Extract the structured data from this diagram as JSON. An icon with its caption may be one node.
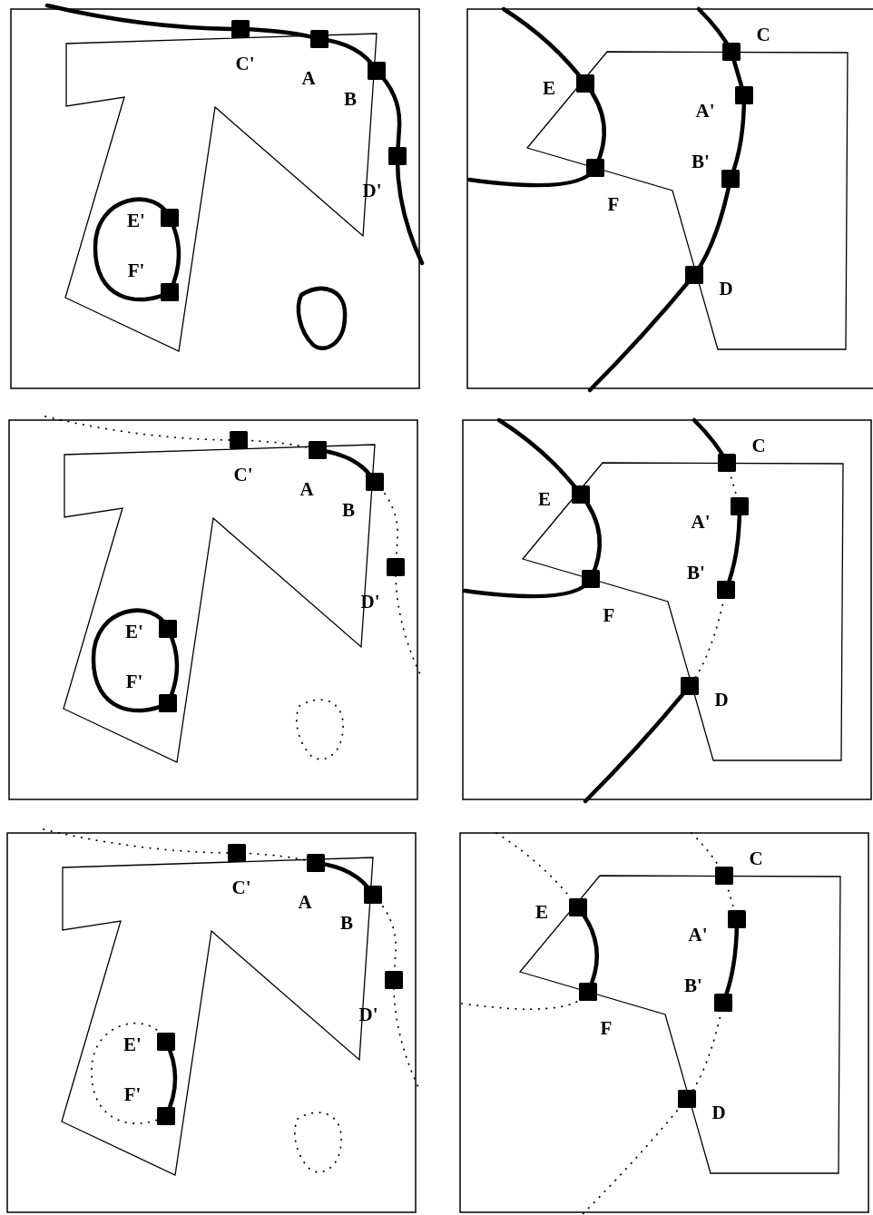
{
  "diagram": {
    "labels": [
      "C'",
      "A",
      "B",
      "D'",
      "E'",
      "F'",
      "C",
      "E",
      "A'",
      "B'",
      "F",
      "D",
      "C'",
      "A",
      "B",
      "D'",
      "E'",
      "F'",
      "C",
      "E",
      "A'",
      "B'",
      "F",
      "D",
      "C'",
      "A",
      "B",
      "D'",
      "E'",
      "F'",
      "C",
      "E",
      "A'",
      "B'",
      "F",
      "D"
    ]
  }
}
